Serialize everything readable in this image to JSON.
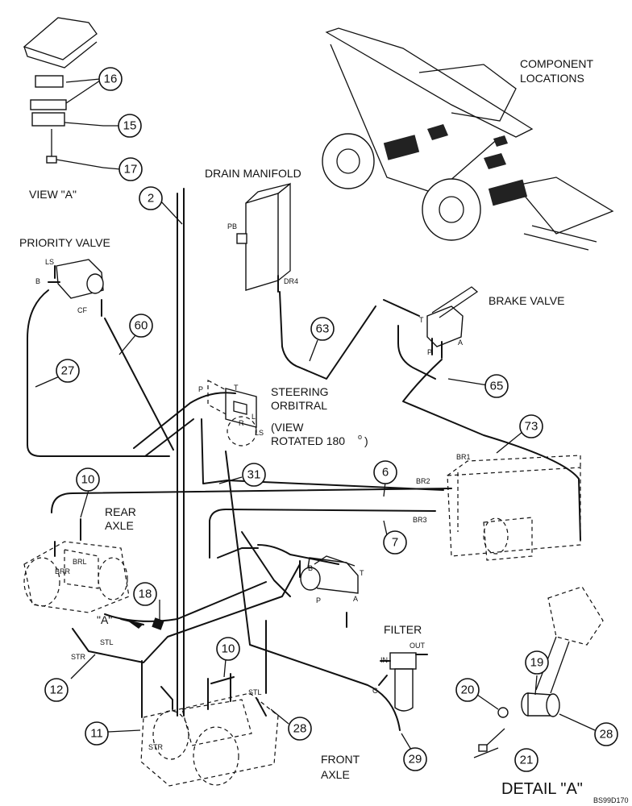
{
  "labels": {
    "component_locations_1": "COMPONENT",
    "component_locations_2": "LOCATIONS",
    "drain_manifold": "DRAIN MANIFOLD",
    "view_a": "VIEW \"A\"",
    "priority_valve": "PRIORITY VALVE",
    "brake_valve": "BRAKE VALVE",
    "steering_1": "STEERING",
    "steering_2": "ORBITRAL",
    "view_rot_1": "(VIEW",
    "view_rot_2": "ROTATED 180",
    "view_rot_deg": "o",
    "view_rot_close": ")",
    "rear_axle_1": "REAR",
    "rear_axle_2": "AXLE",
    "filter": "FILTER",
    "front_axle_1": "FRONT",
    "front_axle_2": "AXLE",
    "detail_a": "DETAIL \"A\"",
    "drawing_code": "BS99D170",
    "a_marker": "\"A\""
  },
  "ports": {
    "pb": "PB",
    "dr4": "DR4",
    "ls_pv": "LS",
    "b_pv": "B",
    "cf": "CF",
    "t_bv": "T",
    "p_bv": "P",
    "a_bv": "A",
    "p_so": "P",
    "t_so": "T",
    "r_so": "R",
    "l_so": "L",
    "ls_so": "LS",
    "br1": "BR1",
    "br2": "BR2",
    "br3": "BR3",
    "brl": "BRL",
    "brr": "BRR",
    "stl": "STL",
    "str": "STR",
    "b_cv": "B",
    "t_cv": "T",
    "p_cv": "P",
    "a_cv": "A",
    "in": "IN",
    "out": "OUT",
    "c": "C",
    "stl2": "STL",
    "str2": "STR"
  },
  "callouts": {
    "c16": "16",
    "c15": "15",
    "c17": "17",
    "c2": "2",
    "c60": "60",
    "c27": "27",
    "c63": "63",
    "c65": "65",
    "c73": "73",
    "c31": "31",
    "c6": "6",
    "c7": "7",
    "c10a": "10",
    "c18": "18",
    "c12": "12",
    "c10b": "10",
    "c11": "11",
    "c28a": "28",
    "c29": "29",
    "c19": "19",
    "c20": "20",
    "c28b": "28",
    "c21": "21"
  }
}
